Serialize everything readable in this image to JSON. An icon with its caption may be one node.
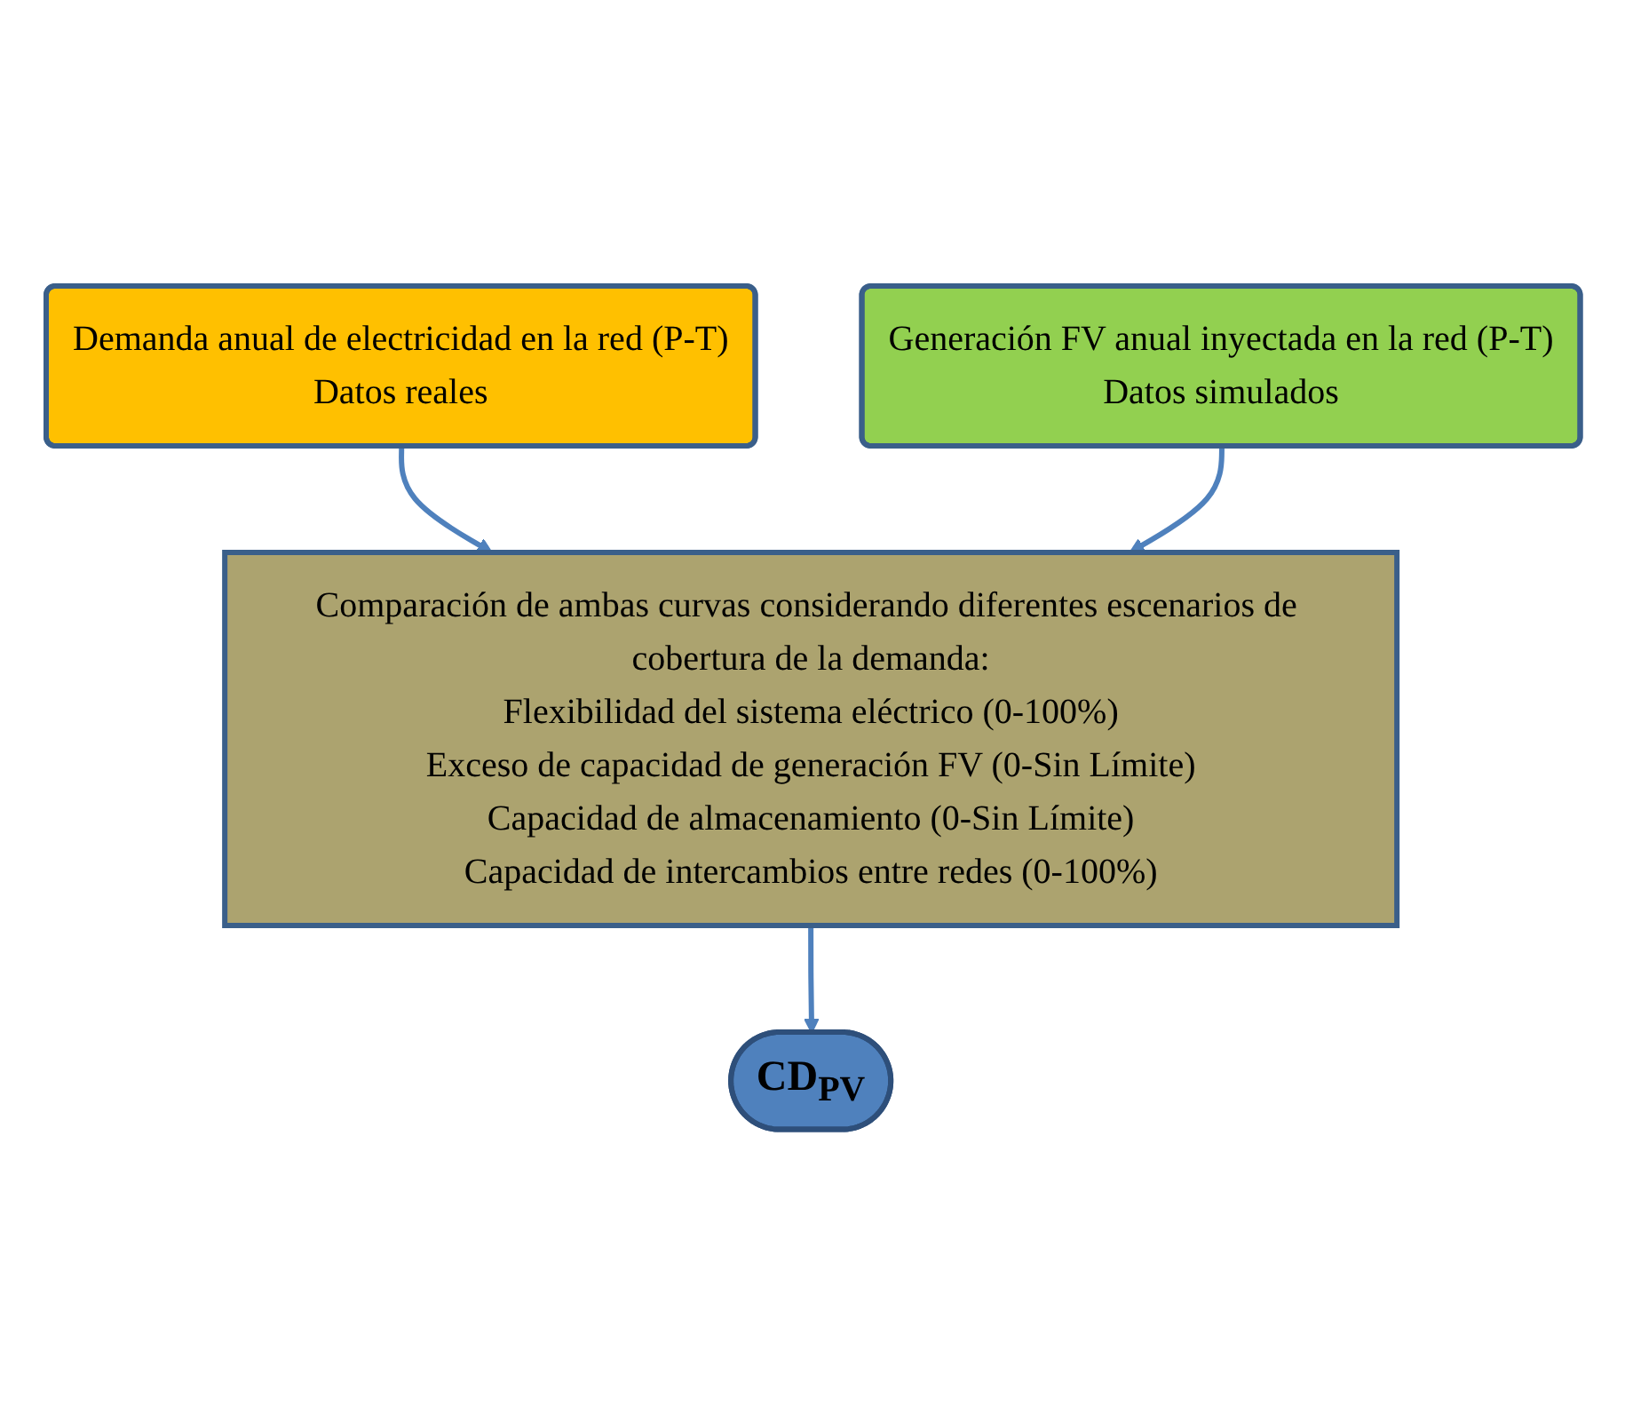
{
  "diagram": {
    "nodes": [
      {
        "text": [
          "Demanda anual de electricidad en la red (P-T)",
          "Datos reales"
        ]
      },
      {
        "text": [
          "Generación FV anual inyectada en la red (P-T)",
          "Datos simulados"
        ]
      },
      {
        "text": [
          "Comparación de ambas curvas considerando diferentes escenarios de cobertura de la demanda:",
          "Flexibilidad del sistema eléctrico (0-100%)",
          "Exceso de capacidad de generación FV (0-Sin Límite)",
          "Capacidad de almacenamiento (0-Sin Límite)",
          "Capacidad de intercambios entre redes (0-100%)"
        ]
      },
      {
        "text": [
          "CD$_{PV}$"
        ]
      }
    ],
    "edges": [
      {
        "from": 0,
        "to": 2,
        "arrow": "to"
      },
      {
        "from": 1,
        "to": 2,
        "arrow": "to"
      },
      {
        "from": 2,
        "to": 3,
        "arrow": "to"
      }
    ]
  }
}
